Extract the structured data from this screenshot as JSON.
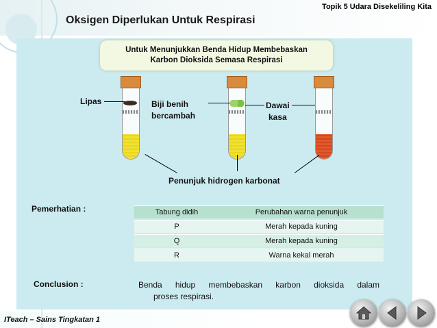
{
  "header": {
    "topic": "Topik 5 Udara Disekeliling Kita",
    "title": "Oksigen Diperlukan Untuk Respirasi"
  },
  "subtitle": {
    "line1": "Untuk Menunjukkan Benda Hidup Membebaskan",
    "line2": "Karbon Dioksida Semasa Respirasi"
  },
  "diagram": {
    "lipas": "Lipas",
    "biji_line1": "Biji benih",
    "biji_line2": "bercambah",
    "dawai_line1": "Dawai",
    "dawai_line2": "kasa",
    "indicator": "Penunjuk hidrogen karbonat",
    "colors": {
      "cork": "#d88b3c",
      "yellow_liquid": "#f0e030",
      "red_liquid": "#e2582a"
    }
  },
  "observation": {
    "label": "Pemerhatian :",
    "headers": [
      "Tabung didih",
      "Perubahan warna penunjuk"
    ],
    "rows": [
      [
        "P",
        "Merah kepada kuning"
      ],
      [
        "Q",
        "Merah kepada kuning"
      ],
      [
        "R",
        "Warna kekal merah"
      ]
    ]
  },
  "conclusion": {
    "label": "Conclusion :",
    "line1": "Benda  hidup  membebaskan  karbon  dioksida  dalam",
    "line2": "proses respirasi."
  },
  "footer": {
    "text": "ITeach – Sains Tingkatan 1"
  },
  "nav": {
    "home_icon": "home-icon",
    "prev_icon": "arrow-left-icon",
    "next_icon": "arrow-right-icon"
  }
}
